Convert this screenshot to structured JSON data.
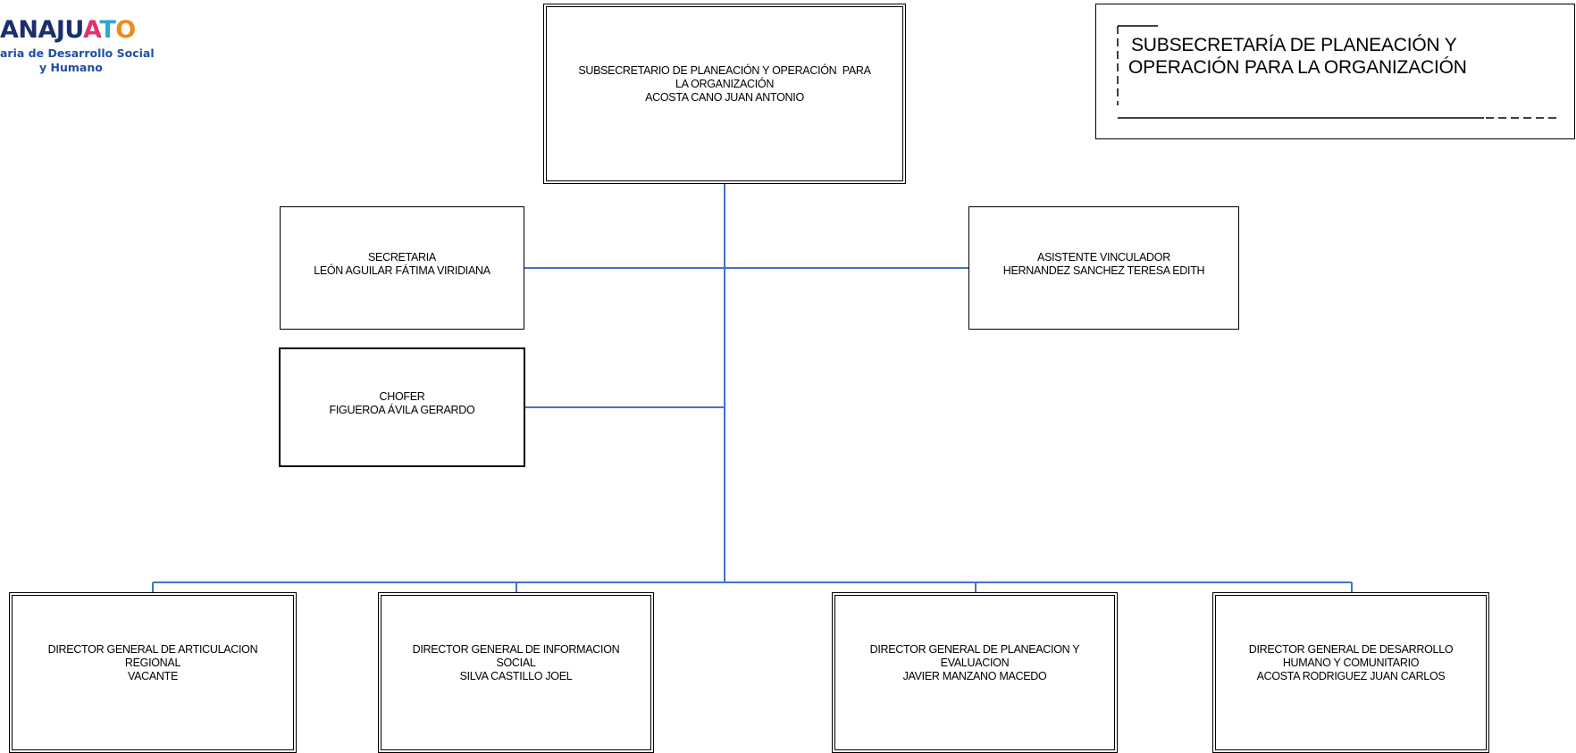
{
  "logo": {
    "wordmark": "ANAJUATO",
    "subtitle_line1": "aria de Desarrollo Social",
    "subtitle_line2": "y Humano",
    "colors": [
      "#1a2f6e",
      "#e0336b",
      "#2fa7d8",
      "#f08a1c"
    ]
  },
  "title": {
    "line1": "SUBSECRETARÍA DE PLANEACIÓN Y",
    "line2": "OPERACIÓN PARA LA ORGANIZACIÓN"
  },
  "connector_color": "#4472c4",
  "nodes": {
    "head": {
      "line1": "SUBSECRETARIO DE PLANEACIÓN Y OPERACIÓN  PARA",
      "line2": "LA ORGANIZACIÓN",
      "line3": "ACOSTA CANO JUAN ANTONIO"
    },
    "secretaria": {
      "line1": "SECRETARIA",
      "line2": "LEÓN AGUILAR FÁTIMA VIRIDIANA"
    },
    "asistente": {
      "line1": "ASISTENTE VINCULADOR",
      "line2": "HERNANDEZ SANCHEZ TERESA EDITH"
    },
    "chofer": {
      "line1": "CHOFER",
      "line2": "FIGUEROA ÁVILA GERARDO"
    },
    "directors": [
      {
        "line1": "DIRECTOR GENERAL DE ARTICULACION",
        "line2": "REGIONAL",
        "line3": "VACANTE"
      },
      {
        "line1": "DIRECTOR GENERAL DE INFORMACION",
        "line2": "SOCIAL",
        "line3": "SILVA CASTILLO JOEL"
      },
      {
        "line1": "DIRECTOR GENERAL DE PLANEACION Y",
        "line2": "EVALUACION",
        "line3": "JAVIER MANZANO MACEDO"
      },
      {
        "line1": "DIRECTOR GENERAL DE DESARROLLO",
        "line2": "HUMANO Y COMUNITARIO",
        "line3": "ACOSTA RODRIGUEZ JUAN CARLOS"
      }
    ]
  }
}
